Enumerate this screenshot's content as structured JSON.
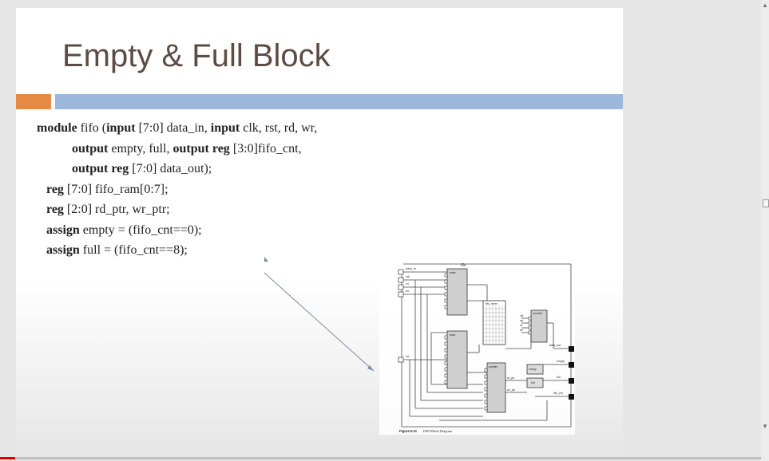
{
  "slide": {
    "title": "Empty & Full Block",
    "code": [
      [
        {
          "t": "module",
          "k": true
        },
        {
          "t": " fifo ("
        },
        {
          "t": "input",
          "k": true
        },
        {
          "t": " [7:0] data_in, "
        },
        {
          "t": "input",
          "k": true
        },
        {
          "t": " clk, rst, rd, wr,"
        }
      ],
      [
        {
          "t": "           "
        },
        {
          "t": "output",
          "k": true
        },
        {
          "t": " empty, full, "
        },
        {
          "t": "output",
          "k": true
        },
        {
          "t": " "
        },
        {
          "t": "reg",
          "k": true
        },
        {
          "t": " [3:0]fifo_cnt,"
        }
      ],
      [
        {
          "t": "           "
        },
        {
          "t": "output",
          "k": true
        },
        {
          "t": " "
        },
        {
          "t": "reg",
          "k": true
        },
        {
          "t": " [7:0] data_out);"
        }
      ],
      [
        {
          "t": "   "
        },
        {
          "t": "reg",
          "k": true
        },
        {
          "t": " [7:0] fifo_ram[0:7];"
        }
      ],
      [
        {
          "t": "   "
        },
        {
          "t": "reg",
          "k": true
        },
        {
          "t": " [2:0] rd_ptr, wr_ptr;"
        }
      ],
      [
        {
          "t": "   "
        },
        {
          "t": "assign",
          "k": true
        },
        {
          "t": " empty = (fifo_cnt==0);"
        }
      ],
      [
        {
          "t": "   "
        },
        {
          "t": "assign",
          "k": true
        },
        {
          "t": " full = (fifo_cnt==8);"
        }
      ]
    ],
    "figure": {
      "header": "fifo",
      "inputs": [
        "data_in",
        "clk",
        "rd",
        "wr",
        "rst"
      ],
      "blocks": [
        "write",
        "fifo_mem",
        "counter",
        "read",
        "pointer",
        "empty",
        "full"
      ],
      "outputs": [
        "data_out",
        "empty",
        "full",
        "fifo_cnt"
      ],
      "signals": [
        "rd_ptr",
        "wr_ptr"
      ],
      "counter_pins": [
        "clk",
        "rst",
        "rd",
        "wr"
      ],
      "caption_num": "Figure 5.21",
      "caption_text": "FIFO Block Diagram"
    },
    "colors": {
      "accent_orange": "#e58a44",
      "accent_blue": "#9bb7d9",
      "title": "#5e4b43"
    }
  },
  "player": {
    "progress": 0.02,
    "progress_color": "#e00000",
    "scroll_up_icon": "▲",
    "scroll_down_icon": "▼"
  }
}
